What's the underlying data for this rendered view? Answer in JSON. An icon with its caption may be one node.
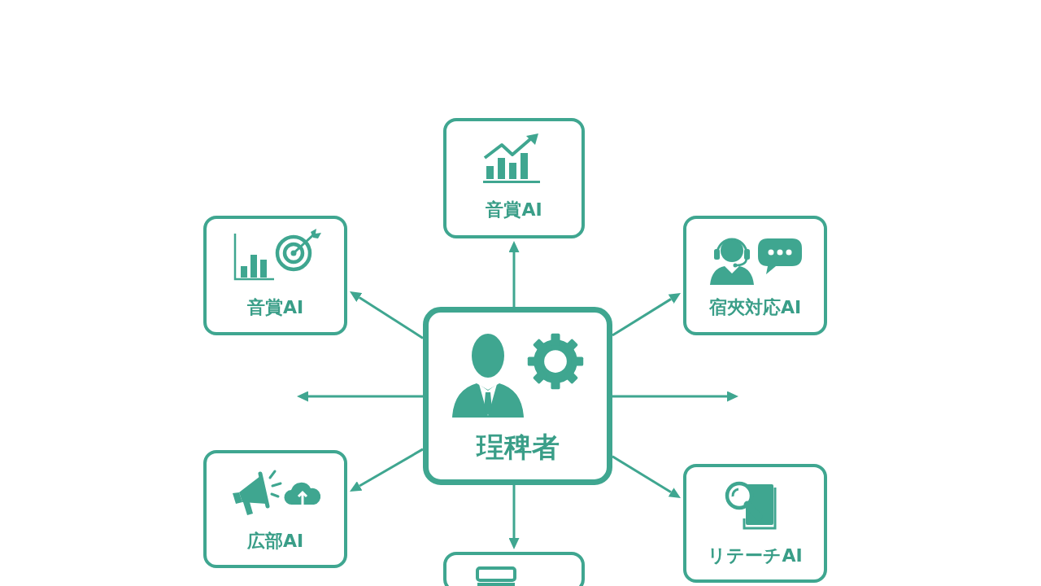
{
  "diagram": {
    "nodes": [
      {
        "text": [
          "音賞AI"
        ]
      },
      {
        "text": [
          "音賞AI"
        ]
      },
      {
        "text": [
          "宿夾対応AI"
        ]
      },
      {
        "text": [
          "珵稗者"
        ]
      },
      {
        "text": [
          "広部AI"
        ]
      },
      {
        "text": [
          "リテーチAI"
        ]
      },
      {
        "text": [],
        "shape": "box"
      }
    ],
    "edges": [
      {
        "from": 3,
        "to": 0,
        "arrow": "to"
      },
      {
        "from": 3,
        "to": 1,
        "arrow": "to"
      },
      {
        "from": 3,
        "to": 2,
        "arrow": "to"
      },
      {
        "from": 3,
        "to": null,
        "arrow": "to"
      },
      {
        "from": 3,
        "to": null,
        "arrow": "to"
      },
      {
        "from": 3,
        "to": 4,
        "arrow": "to"
      },
      {
        "from": 3,
        "to": 5,
        "arrow": "to"
      },
      {
        "from": 3,
        "to": 6,
        "arrow": "to"
      }
    ]
  }
}
